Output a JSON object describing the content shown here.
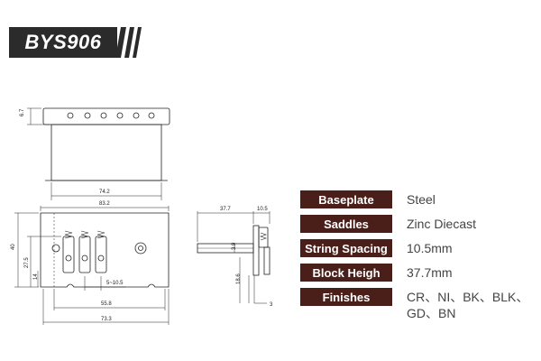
{
  "header": {
    "model": "BYS906"
  },
  "drawing": {
    "top_view": {
      "height": "6.7",
      "width": "74.2"
    },
    "front_view": {
      "total_width": "83.2",
      "height": "40",
      "saddle_height": "27.5",
      "lower_height": "14",
      "spacing": "5~10.5",
      "inner_width": "55.8",
      "base_width": "73.3"
    },
    "side_view": {
      "block": "37.7",
      "saddle": "10.5",
      "thickness_a": "3.9",
      "thickness_b": "18.6",
      "plate": "3"
    }
  },
  "specs": [
    {
      "label": "Baseplate",
      "value": "Steel"
    },
    {
      "label": "Saddles",
      "value": "Zinc Diecast"
    },
    {
      "label": "String Spacing",
      "value": "10.5mm"
    },
    {
      "label": "Block Heigh",
      "value": "37.7mm"
    },
    {
      "label": "Finishes",
      "value": "CR、NI、BK、BLK、GD、BN"
    }
  ],
  "colors": {
    "label_bg": "#4a1f1a",
    "header_bg": "#2b2b2b"
  }
}
